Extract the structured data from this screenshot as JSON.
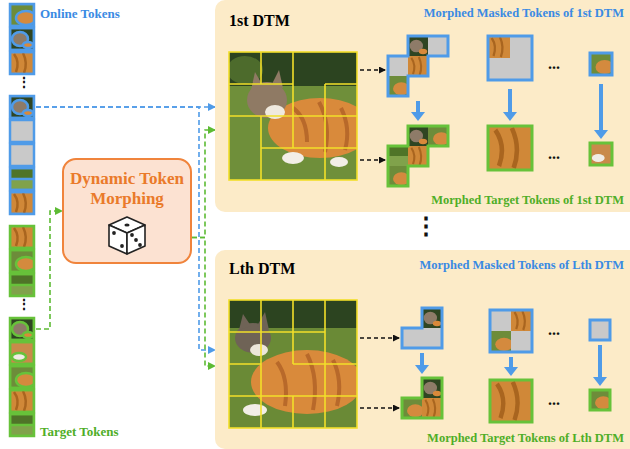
{
  "diagram": {
    "nodes": [
      {
        "text": [
          "Online Tokens"
        ]
      },
      {
        "text": [
          "Target Tokens"
        ]
      },
      {
        "text": [
          "Dynamic Token Morphing"
        ]
      },
      {
        "text": [
          "1st DTM",
          "Morphed Masked Tokens of 1st DTM",
          "Morphed Target Tokens of 1st DTM"
        ]
      },
      {
        "text": [
          "Lth DTM",
          "Morphed Masked Tokens of Lth DTM",
          "Morphed Target Tokens of Lth DTM"
        ]
      }
    ],
    "edges": [
      {
        "from": 0,
        "to": 3,
        "arrow": "to"
      },
      {
        "from": 0,
        "to": 4,
        "arrow": "to"
      },
      {
        "from": 1,
        "to": 2,
        "arrow": "to"
      },
      {
        "from": 2,
        "to": 3,
        "arrow": "to"
      },
      {
        "from": 2,
        "to": 4,
        "arrow": "to"
      }
    ],
    "labels": [
      "⋮",
      "⋮",
      "...",
      "...",
      "⋮",
      "...",
      "..."
    ]
  }
}
